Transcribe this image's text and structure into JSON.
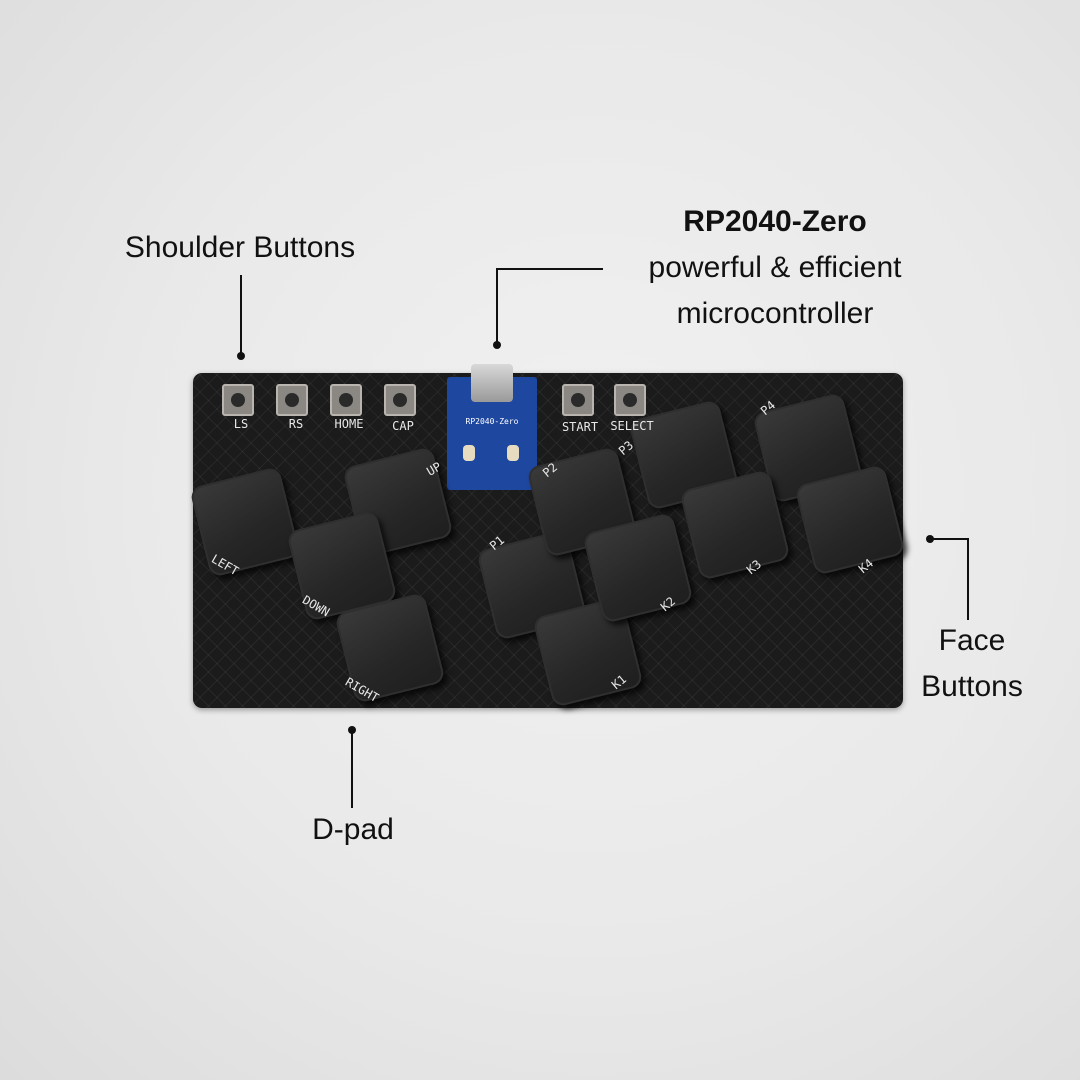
{
  "annotations": {
    "shoulder": "Shoulder Buttons",
    "mcu_title": "RP2040-Zero",
    "mcu_line1": "powerful & efficient",
    "mcu_line2": "microcontroller",
    "face_line1": "Face",
    "face_line2": "Buttons",
    "dpad": "D-pad"
  },
  "board": {
    "tact_labels": [
      "LS",
      "RS",
      "HOME",
      "CAP",
      "START",
      "SELECT"
    ],
    "mcu_label": "RP2040-Zero",
    "key_labels": {
      "left": "LEFT",
      "up": "UP",
      "down": "DOWN",
      "right": "RIGHT",
      "p1": "P1",
      "p2": "P2",
      "p3": "P3",
      "p4": "P4",
      "k1": "K1",
      "k2": "K2",
      "k3": "K3",
      "k4": "K4"
    }
  },
  "colors": {
    "board": "#1b1b1b",
    "mcu": "#1e47a0",
    "background": "#ebebeb"
  }
}
